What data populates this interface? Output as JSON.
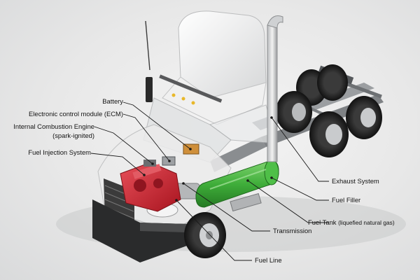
{
  "diagram": {
    "labels": {
      "battery": "Battery",
      "ecm": "Electronic control module (ECM)",
      "engine_line1": "Internal Combustion Engine",
      "engine_line2": "(spark-ignited)",
      "fuel_injection": "Fuel Injection System",
      "exhaust": "Exhaust System",
      "fuel_filler": "Fuel Filler",
      "fuel_tank": "Fuel Tank",
      "fuel_tank_note": "(liquefied natural gas)",
      "transmission": "Transmission",
      "fuel_line": "Fuel Line"
    },
    "colors": {
      "engine": "#c8202c",
      "fuel_tank": "#3fae3a",
      "truck_body": "#ffffff",
      "chassis": "#8a8d90",
      "tires": "#1c1c1c",
      "callout_line": "#1a1a1a"
    }
  }
}
